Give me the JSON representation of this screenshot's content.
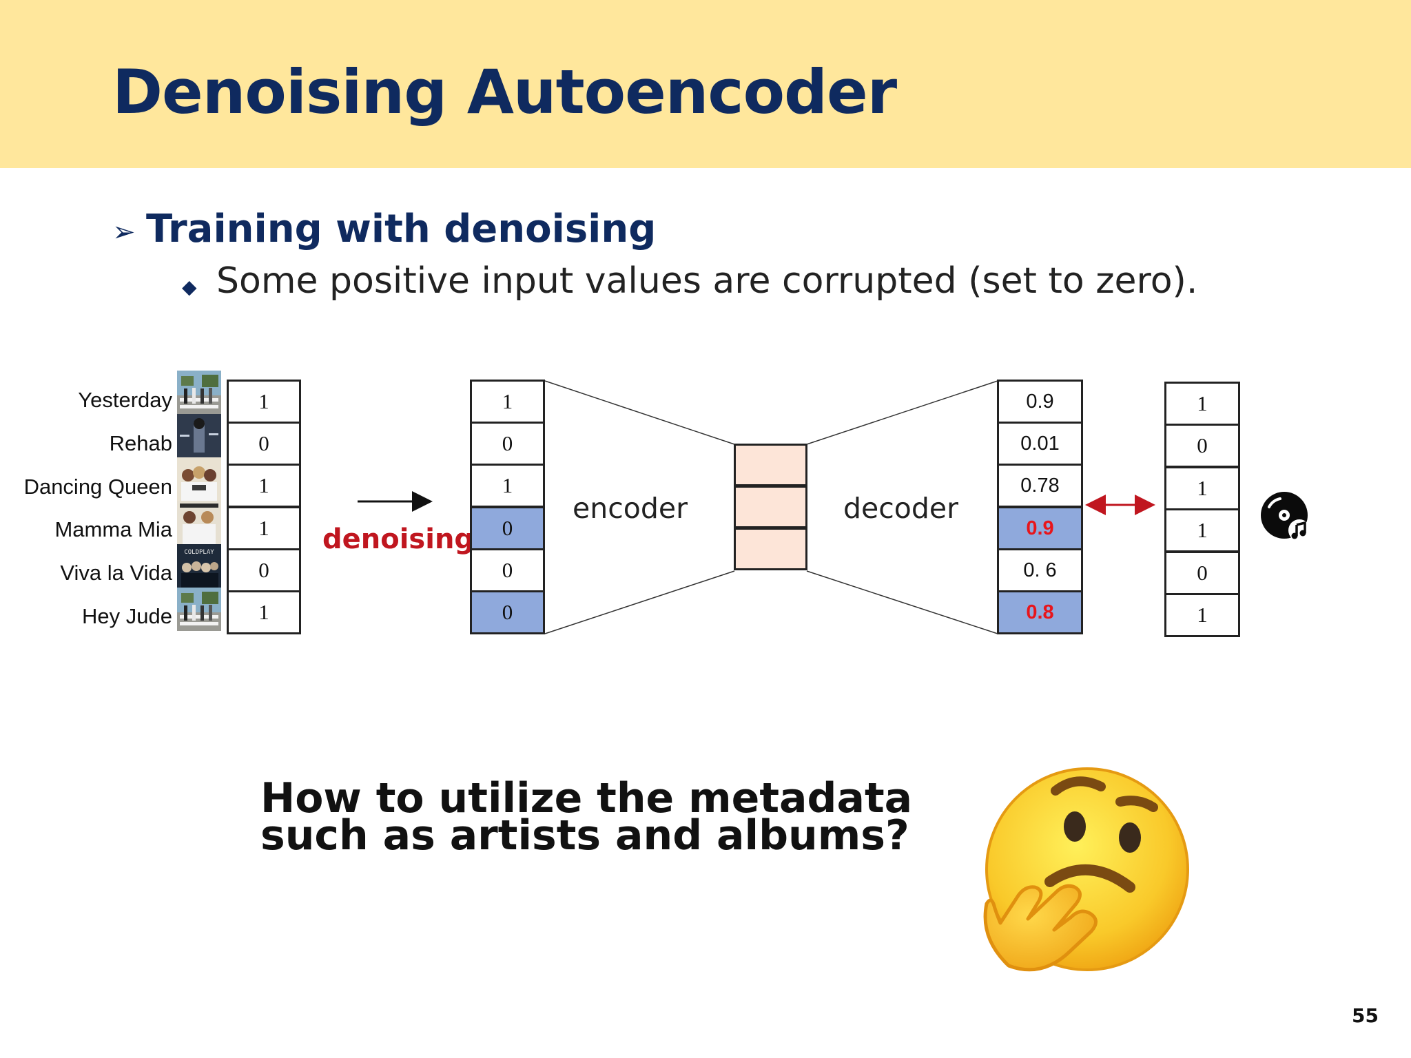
{
  "slide": {
    "title": "Denoising Autoencoder",
    "bullet1": "Training with denoising",
    "bullet1_marker": "➢",
    "bullet2": "Some positive input values are corrupted (set to zero).",
    "bullet2_marker": "◆",
    "page_number": "55"
  },
  "diagram": {
    "songs": [
      "Yesterday",
      "Rehab",
      "Dancing Queen",
      "Mamma Mia",
      "Viva la Vida",
      "Hey Jude"
    ],
    "viva_cover_text": "COLDPLAY",
    "input_values": [
      "1",
      "0",
      "1",
      "1",
      "0",
      "1"
    ],
    "corrupted_values": [
      "1",
      "0",
      "1",
      "0",
      "0",
      "0"
    ],
    "corrupted_highlight": [
      false,
      false,
      false,
      true,
      false,
      true
    ],
    "denoising_label": "denoising",
    "encoder_label": "encoder",
    "decoder_label": "decoder",
    "output_values": [
      "0.9",
      "0.01",
      "0.78",
      "0.9",
      "0. 6",
      "0.8"
    ],
    "output_highlight": [
      false,
      false,
      false,
      true,
      false,
      true
    ],
    "target_values": [
      "1",
      "0",
      "1",
      "1",
      "0",
      "1"
    ],
    "colors": {
      "highlight_fill": "#8fa9dc",
      "highlight_text": "#e8151b",
      "code_fill": "#fde5d8",
      "arrow_red": "#c0161f",
      "title_navy": "#0f2a5f",
      "header_fill": "#ffe79c"
    },
    "icons": [
      "album-cover-icon",
      "music-disc-icon",
      "thinking-face-icon"
    ]
  },
  "question": "How to utilize the metadata such as artists and albums?"
}
